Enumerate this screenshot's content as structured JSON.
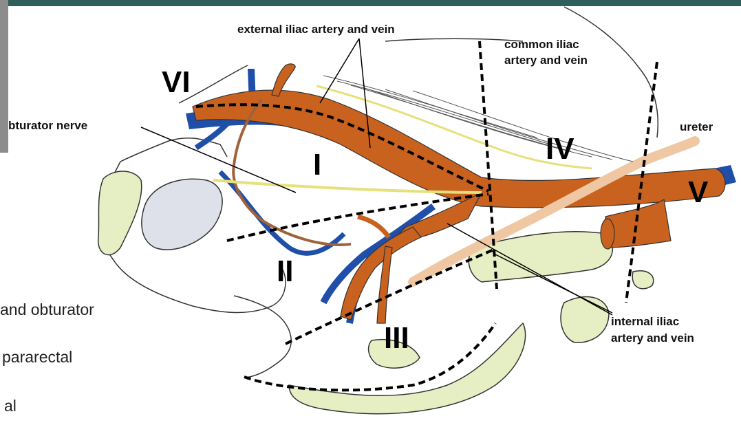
{
  "labels": {
    "external_iliac": "external iliac artery and vein",
    "common_iliac_1": "common iliac",
    "common_iliac_2": "artery and vein",
    "obturator_nerve": "bturator nerve",
    "ureter": "ureter",
    "internal_iliac_1": "internal iliac",
    "internal_iliac_2": "artery and vein"
  },
  "regions": {
    "r1": "I",
    "r2": "II",
    "r3": "III",
    "r4": "IV",
    "r5": "V",
    "r6": "VI"
  },
  "side_text": {
    "line1": "and obturator",
    "line2": "pararectal",
    "line3": "al"
  },
  "colors": {
    "artery": "#c9621f",
    "vein": "#1f4fa8",
    "nerve": "#e6e07a",
    "ureter": "#efc8a3",
    "bone": "#e6eec3",
    "header": "#2f5f5c"
  }
}
